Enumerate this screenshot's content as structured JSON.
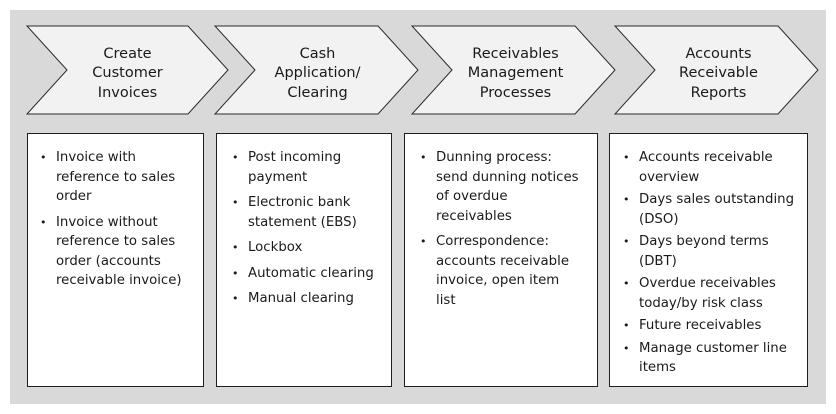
{
  "steps": [
    {
      "title": "Create\nCustomer\nInvoices",
      "items": [
        "Invoice with\nreference to sales\norder",
        "Invoice without\nreference to sales\norder (accounts\nreceivable invoice)"
      ]
    },
    {
      "title": "Cash\nApplication/\nClearing",
      "items": [
        "Post incoming\npayment",
        "Electronic bank\nstatement (EBS)",
        "Lockbox",
        "Automatic clearing",
        "Manual clearing"
      ]
    },
    {
      "title": "Receivables\nManagement\nProcesses",
      "items": [
        "Dunning process:\nsend dunning notices\nof overdue\nreceivables",
        "Correspondence:\naccounts receivable\ninvoice, open item\nlist"
      ]
    },
    {
      "title": "Accounts\nReceivable\nReports",
      "items": [
        "Accounts receivable\noverview",
        "Days sales outstanding\n(DSO)",
        "Days beyond terms\n(DBT)",
        "Overdue receivables\ntoday/by risk class",
        "Future receivables",
        "Manage customer line\nitems"
      ]
    }
  ],
  "bullet": "•",
  "colors": {
    "background": "#d9d9d9",
    "chevron_fill": "#f2f2f2",
    "box_fill": "#ffffff",
    "outline": "#1f1f1f"
  }
}
